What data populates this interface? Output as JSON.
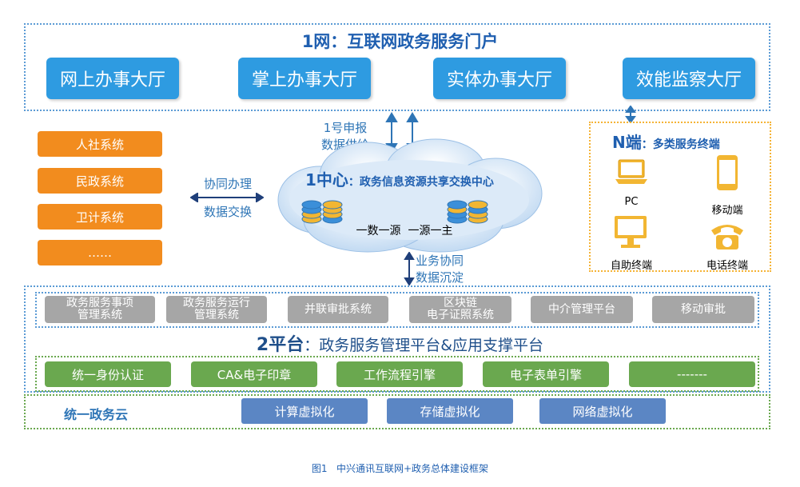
{
  "top": {
    "title": "1网：互联网政务服务门户",
    "buttons": [
      "网上办事大厅",
      "掌上办事大厅",
      "实体办事大厅",
      "效能监察大厅"
    ]
  },
  "left_systems": [
    "人社系统",
    "民政系统",
    "卫计系统",
    "……"
  ],
  "cooperate": {
    "line1": "协同办理",
    "line2": "数据交换"
  },
  "upload": {
    "line1": "1号申报",
    "line2": "数据供给"
  },
  "center": {
    "title": "1中心",
    "subtitle": "：政务信息资源共享交换中心",
    "tagline": "一数一源  一源一主"
  },
  "business": {
    "line1": "业务协同",
    "line2": "数据沉淀"
  },
  "terminals": {
    "title": "N端",
    "subtitle": "：多类服务终端",
    "items": [
      "PC",
      "移动端",
      "自助终端",
      "电话终端"
    ]
  },
  "platform": {
    "gray_items": [
      {
        "line1": "政务服务事项",
        "line2": "管理系统"
      },
      {
        "line1": "政务服务运行",
        "line2": "管理系统"
      },
      {
        "line1": "并联审批系统",
        "line2": ""
      },
      {
        "line1": "区块链",
        "line2": "电子证照系统"
      },
      {
        "line1": "中介管理平台",
        "line2": ""
      },
      {
        "line1": "移动审批",
        "line2": ""
      }
    ],
    "title": "2平台",
    "subtitle": "：政务服务管理平台&应用支撑平台",
    "green_items": [
      "统一身份认证",
      "CA&电子印章",
      "工作流程引擎",
      "电子表单引擎",
      "-------"
    ]
  },
  "cloud": {
    "label": "统一政务云",
    "items": [
      "计算虚拟化",
      "存储虚拟化",
      "网络虚拟化"
    ]
  },
  "caption": "图1   中兴通讯互联网+政务总体建设框架"
}
